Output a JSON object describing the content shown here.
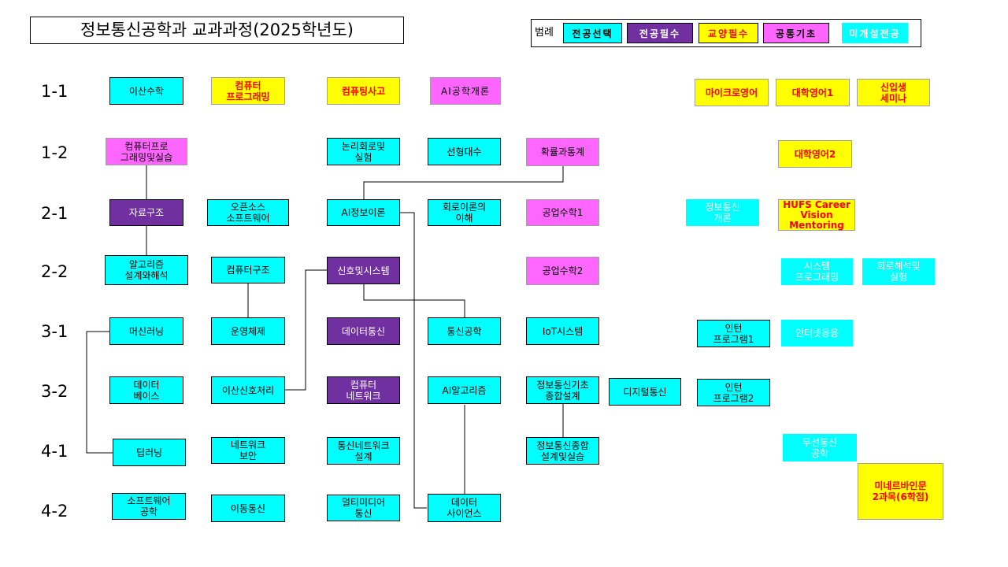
{
  "title": "정보통신공학과 교과과정(2025학년도)",
  "legend": {
    "label": "범례",
    "elective": "전공선택",
    "required": "전공필수",
    "liberal": "교양필수",
    "common": "공통기초",
    "unopened": "미개설전공"
  },
  "semesters": [
    "1-1",
    "1-2",
    "2-1",
    "2-2",
    "3-1",
    "3-2",
    "4-1",
    "4-2"
  ],
  "courses": {
    "c11_1": "이산수학",
    "c11_2": "컴퓨터\n프로그래밍",
    "c11_3": "컴퓨팅사고",
    "c11_4": "AI공학개론",
    "c11_5": "마이크로영어",
    "c11_6": "대학영어1",
    "c11_7": "신입생\n세미나",
    "c12_1": "컴퓨터프로\n그래밍및실습",
    "c12_2": "논리회로및\n실험",
    "c12_3": "선형대수",
    "c12_4": "확률과통계",
    "c12_5": "대학영어2",
    "c21_1": "자료구조",
    "c21_2": "오픈소스\n소프트웨어",
    "c21_3": "AI정보이론",
    "c21_4": "회로이론의\n이해",
    "c21_5": "공업수학1",
    "c21_6": "정보통신\n개론",
    "c21_7": "HUFS Career\nVision\nMentoring",
    "c22_1": "알고리즘\n설계와해석",
    "c22_2": "컴퓨터구조",
    "c22_3": "신호및시스템",
    "c22_4": "공업수학2",
    "c22_5": "시스템\n프로그래밍",
    "c22_6": "회로해석및\n실험",
    "c31_1": "머신러닝",
    "c31_2": "운영체제",
    "c31_3": "데이터통신",
    "c31_4": "통신공학",
    "c31_5": "IoT시스템",
    "c31_6": "인턴\n프로그램1",
    "c31_7": "인터넷응용",
    "c32_1": "데이터\n베이스",
    "c32_2": "이산신호처리",
    "c32_3": "컴퓨터\n네트워크",
    "c32_4": "AI알고리즘",
    "c32_5": "정보통신기초\n종합설계",
    "c32_6": "디지털통신",
    "c32_7": "인턴\n프로그램2",
    "c41_1": "딥러닝",
    "c41_2": "네트워크\n보안",
    "c41_3": "통신네트워크\n설계",
    "c41_4": "정보통신종합\n설계및실습",
    "c41_5": "무선통신\n공학",
    "c41_6": "미네르바인문\n2과목(6학점)",
    "c42_1": "소프트웨어\n공학",
    "c42_2": "이동통신",
    "c42_3": "멀티미디어\n통신",
    "c42_4": "데이터\n사이언스"
  }
}
